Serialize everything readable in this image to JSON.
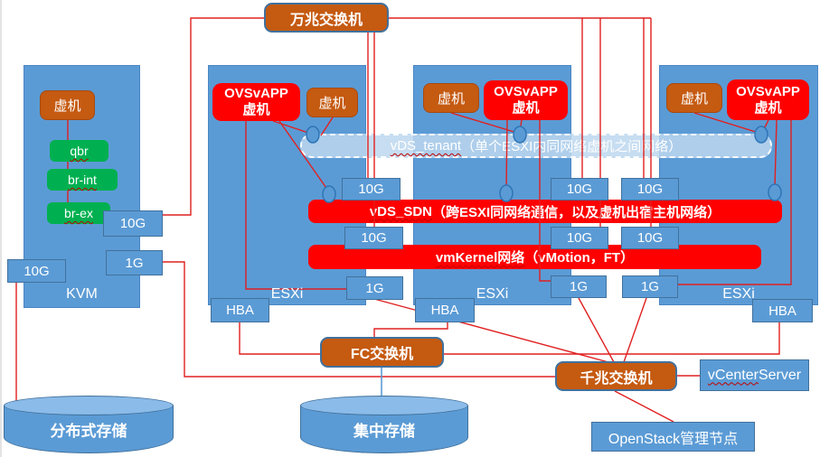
{
  "colors": {
    "host_blue": "#5B9BD5",
    "box_border": "#41719C",
    "switch_orange": "#C55A11",
    "vm_red": "#FF0000",
    "bridge_green": "#00B050",
    "tenant_band_blue": "#BDD7EE",
    "line_red": "#E02020",
    "line_blue": "#5B9BD5"
  },
  "switches": {
    "ten_gig": "万兆交换机",
    "fc": "FC交换机",
    "gig": "千兆交换机"
  },
  "kvm": {
    "label": "KVM",
    "vm": "虚机",
    "bridges": [
      "qbr",
      "br-int",
      "br-ex"
    ],
    "nic_10g": "10G",
    "nic_1g": "1G",
    "nic_10g_storage": "10G"
  },
  "esxi": {
    "label": "ESXi",
    "vm": "虚机",
    "ovsvapp_line1": "OVSvAPP",
    "ovsvapp_line2": "虚机",
    "nic_10g": "10G",
    "nic_1g": "1G",
    "hba": "HBA"
  },
  "bands": {
    "tenant": {
      "name": "vDS_tenant",
      "desc": "（单个ESXI内同网络虚机之间网络）"
    },
    "sdn": {
      "name": "vDS_SDN",
      "desc": "（跨ESXI同网络通信，以及虚机出宿主机网络）"
    },
    "vmkernel": {
      "name": "vmKernel网络",
      "desc": "（vMotion，FT）"
    }
  },
  "storage": {
    "distributed": "分布式存储",
    "central": "集中存储"
  },
  "management": {
    "vcenter_name": "vCenter",
    "vcenter_rest": " Server",
    "openstack": "OpenStack管理节点"
  },
  "connections": [
    {
      "id": "wanzhao-kvm10g",
      "from": "万兆交换机",
      "to": "KVM 10G"
    },
    {
      "id": "kvm1g-qianzhao",
      "from": "KVM 1G",
      "to": "千兆交换机"
    },
    {
      "id": "kvm10g-storage",
      "from": "KVM 10G",
      "to": "分布式存储"
    },
    {
      "id": "kvmvm-bridges",
      "from": "KVM 虚机",
      "to": "qbr/br-int/br-ex"
    },
    {
      "id": "wanzhao-esxi1-10g-a",
      "from": "万兆交换机",
      "to": "ESXi1 10G (vDS_SDN)"
    },
    {
      "id": "wanzhao-esxi1-10g-b",
      "from": "万兆交换机",
      "to": "ESXi1 10G (vmKernel)"
    },
    {
      "id": "wanzhao-esxi2-10g-a",
      "from": "万兆交换机",
      "to": "ESXi2 10G (vDS_SDN)"
    },
    {
      "id": "wanzhao-esxi2-10g-b",
      "from": "万兆交换机",
      "to": "ESXi2 10G (vmKernel)"
    },
    {
      "id": "wanzhao-esxi3-10g-a",
      "from": "万兆交换机",
      "to": "ESXi3 10G (vDS_SDN)"
    },
    {
      "id": "wanzhao-esxi3-10g-b",
      "from": "万兆交换机",
      "to": "ESXi3 10G (vmKernel)"
    },
    {
      "id": "ovsvapp1-tenant",
      "from": "ESXi1 OVSvAPP虚机",
      "to": "vDS_tenant"
    },
    {
      "id": "vm1-tenant",
      "from": "ESXi1 虚机",
      "to": "vDS_tenant"
    },
    {
      "id": "ovsvapp1-sdn",
      "from": "ESXi1 OVSvAPP虚机",
      "to": "vDS_SDN"
    },
    {
      "id": "ovsvapp1-1g",
      "from": "ESXi1 OVSvAPP虚机",
      "to": "ESXi1 1G"
    },
    {
      "id": "vm2-tenant",
      "from": "ESXi2 虚机",
      "to": "vDS_tenant"
    },
    {
      "id": "ovsvapp2-tenant",
      "from": "ESXi2 OVSvAPP虚机",
      "to": "vDS_tenant"
    },
    {
      "id": "ovsvapp2-sdn",
      "from": "ESXi2 OVSvAPP虚机",
      "to": "vDS_SDN"
    },
    {
      "id": "ovsvapp2-1g",
      "from": "ESXi2 OVSvAPP虚机",
      "to": "ESXi2 1G"
    },
    {
      "id": "vm3-tenant",
      "from": "ESXi3 虚机",
      "to": "vDS_tenant"
    },
    {
      "id": "ovsvapp3-tenant",
      "from": "ESXi3 OVSvAPP虚机",
      "to": "vDS_tenant"
    },
    {
      "id": "ovsvapp3-sdn",
      "from": "ESXi3 OVSvAPP虚机",
      "to": "vDS_SDN"
    },
    {
      "id": "ovsvapp3-1g",
      "from": "ESXi3 OVSvAPP虚机",
      "to": "ESXi3 1G"
    },
    {
      "id": "esxi1-1g-qianzhao",
      "from": "ESXi1 1G",
      "to": "千兆交换机"
    },
    {
      "id": "esxi2-1g-qianzhao",
      "from": "ESXi2 1G",
      "to": "千兆交换机"
    },
    {
      "id": "esxi3-1g-qianzhao",
      "from": "ESXi3 1G",
      "to": "千兆交换机"
    },
    {
      "id": "qianzhao-vcenter",
      "from": "千兆交换机",
      "to": "vCenter Server"
    },
    {
      "id": "qianzhao-openstack",
      "from": "千兆交换机",
      "to": "OpenStack管理节点"
    },
    {
      "id": "hba1-fc",
      "from": "ESXi1 HBA",
      "to": "FC交换机"
    },
    {
      "id": "hba2-fc",
      "from": "ESXi2 HBA",
      "to": "FC交换机"
    },
    {
      "id": "fc-hba3",
      "from": "FC交换机",
      "to": "ESXi3 HBA"
    },
    {
      "id": "fc-central-storage",
      "from": "FC交换机",
      "to": "集中存储"
    }
  ]
}
